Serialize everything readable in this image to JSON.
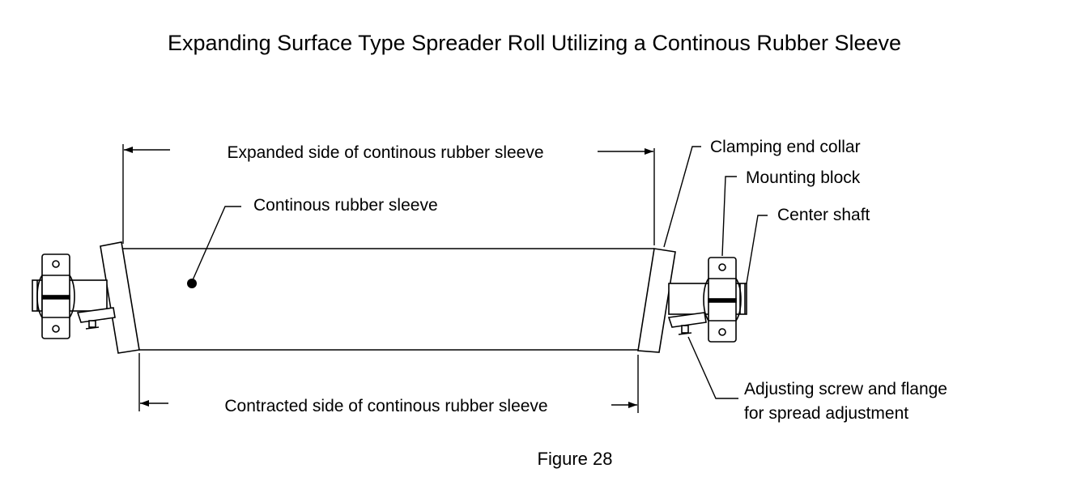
{
  "title": "Expanding Surface Type Spreader Roll Utilizing a Continous Rubber Sleeve",
  "labels": {
    "expanded_side": "Expanded side of continous rubber sleeve",
    "contracted_side": "Contracted side of continous rubber sleeve",
    "sleeve": "Continous rubber sleeve",
    "clamping_collar": "Clamping end collar",
    "mounting_block": "Mounting block",
    "center_shaft": "Center shaft",
    "adjusting_screw_line1": "Adjusting screw and flange",
    "adjusting_screw_line2": "for spread adjustment"
  },
  "caption": "Figure 28"
}
